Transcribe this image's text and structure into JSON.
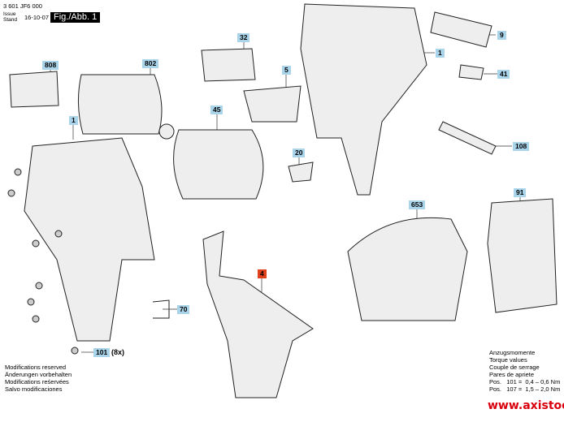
{
  "header": {
    "doc_number": "3 601 JF6 000",
    "issue_label": "Issue",
    "stand_label": "Stand",
    "date": "16-10-07",
    "figure": "Fig./Abb. 1"
  },
  "footer_left": [
    "Modifications reserved",
    "Änderungen vorbehalten",
    "Modifications reśervées",
    "Salvo modificaciones"
  ],
  "torque": [
    "Anzugsmomente",
    "Torque values",
    "Couple de serrage",
    "Pares de apriete",
    "Pos.   101 =  0,4 – 0,6 Nm",
    "Pos.   107 =  1,5 – 2,0 Nm"
  ],
  "watermark": "www.axistools.ru",
  "parts": {
    "p808": "808",
    "p802": "802",
    "p32": "32",
    "p5": "5",
    "p45": "45",
    "p20": "20",
    "p1a": "1",
    "p1b": "1",
    "p9": "9",
    "p41": "41",
    "p108": "108",
    "p653": "653",
    "p91": "91",
    "p4": "4",
    "p70": "70",
    "p101": "101",
    "p101_qty": "(8x)"
  },
  "colors": {
    "label": "#a9d4ea",
    "highlight": "#e0401c",
    "watermark": "#d9000d"
  }
}
